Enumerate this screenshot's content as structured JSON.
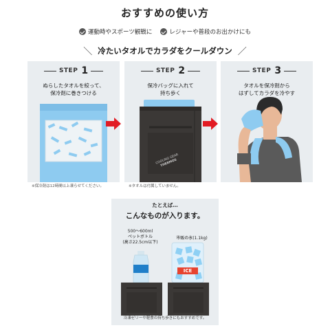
{
  "title": "おすすめの使い方",
  "uses": [
    {
      "icon": "check-icon",
      "label": "運動時やスポーツ観戦に"
    },
    {
      "icon": "check-icon",
      "label": "レジャーや普段のお出かけにも"
    }
  ],
  "subtitle": "冷たいタオルでカラダをクールダウン",
  "steps": [
    {
      "label": "STEP",
      "number": "1",
      "desc_lines": [
        "ぬらしたタオルを絞って、",
        "保冷剤に巻きつける"
      ]
    },
    {
      "label": "STEP",
      "number": "2",
      "desc_lines": [
        "保冷バッグに入れて",
        "持ち歩く"
      ]
    },
    {
      "label": "STEP",
      "number": "3",
      "desc_lines": [
        "タオルを保冷剤から",
        "はずしてカラダを冷やす"
      ]
    }
  ],
  "footnotes": {
    "step1": "※保冷剤は12時間以上凍らせてください。",
    "step2": "※タオルは付属していません。"
  },
  "bag_print": {
    "line1": "COOLING GEAR",
    "line2": "THERMOS"
  },
  "example": {
    "intro": "たとえば…",
    "title": "こんなものが入ります。",
    "bottle_lines": [
      "500～600ml",
      "ペットボトル",
      "(高さ22.5cm以下)"
    ],
    "ice_label": "市販の氷(1.1kg)",
    "ice_text": "ICE",
    "note": "冷凍ゼリーや軽食の持ち歩きにもおすすめです。"
  },
  "colors": {
    "panel_bg": "#e9edf0",
    "arrow": "#e21b23",
    "bag": "#3b3836",
    "towel_blue": "#8ecbf0",
    "ice_red": "#e7432f"
  }
}
